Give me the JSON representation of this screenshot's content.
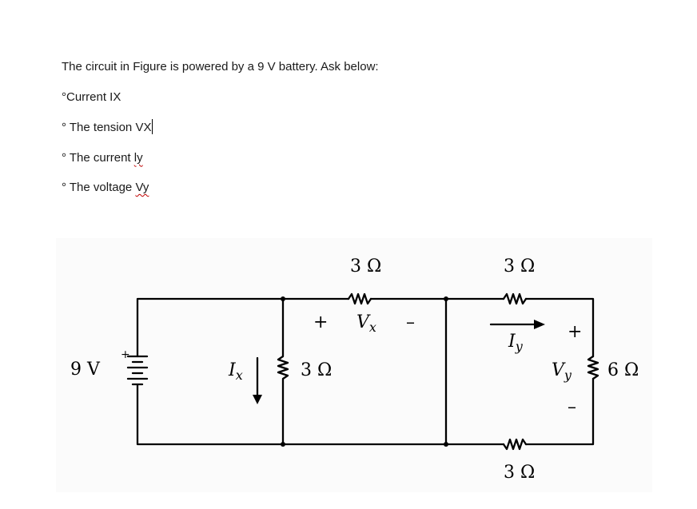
{
  "question": {
    "intro": "The circuit in Figure is powered by a 9 V battery. Ask below:",
    "items": [
      "°Current IX",
      "° The tension VX",
      "° The current ",
      "° The voltage "
    ],
    "marked_words": [
      "ly",
      "Vy"
    ]
  },
  "circuit": {
    "source_label": "9 V",
    "source_plus": "+",
    "r_top_left": "3 Ω",
    "r_top_right": "3 Ω",
    "r_middle": "3 Ω",
    "r_right": "6 Ω",
    "r_bottom": "3 Ω",
    "vx": {
      "plus": "+",
      "var": "V",
      "sub": "x",
      "minus": "–"
    },
    "ix": {
      "var": "I",
      "sub": "x"
    },
    "iy": {
      "var": "I",
      "sub": "y"
    },
    "vy": {
      "plus": "+",
      "var": "V",
      "sub": "y",
      "minus": "–"
    }
  }
}
